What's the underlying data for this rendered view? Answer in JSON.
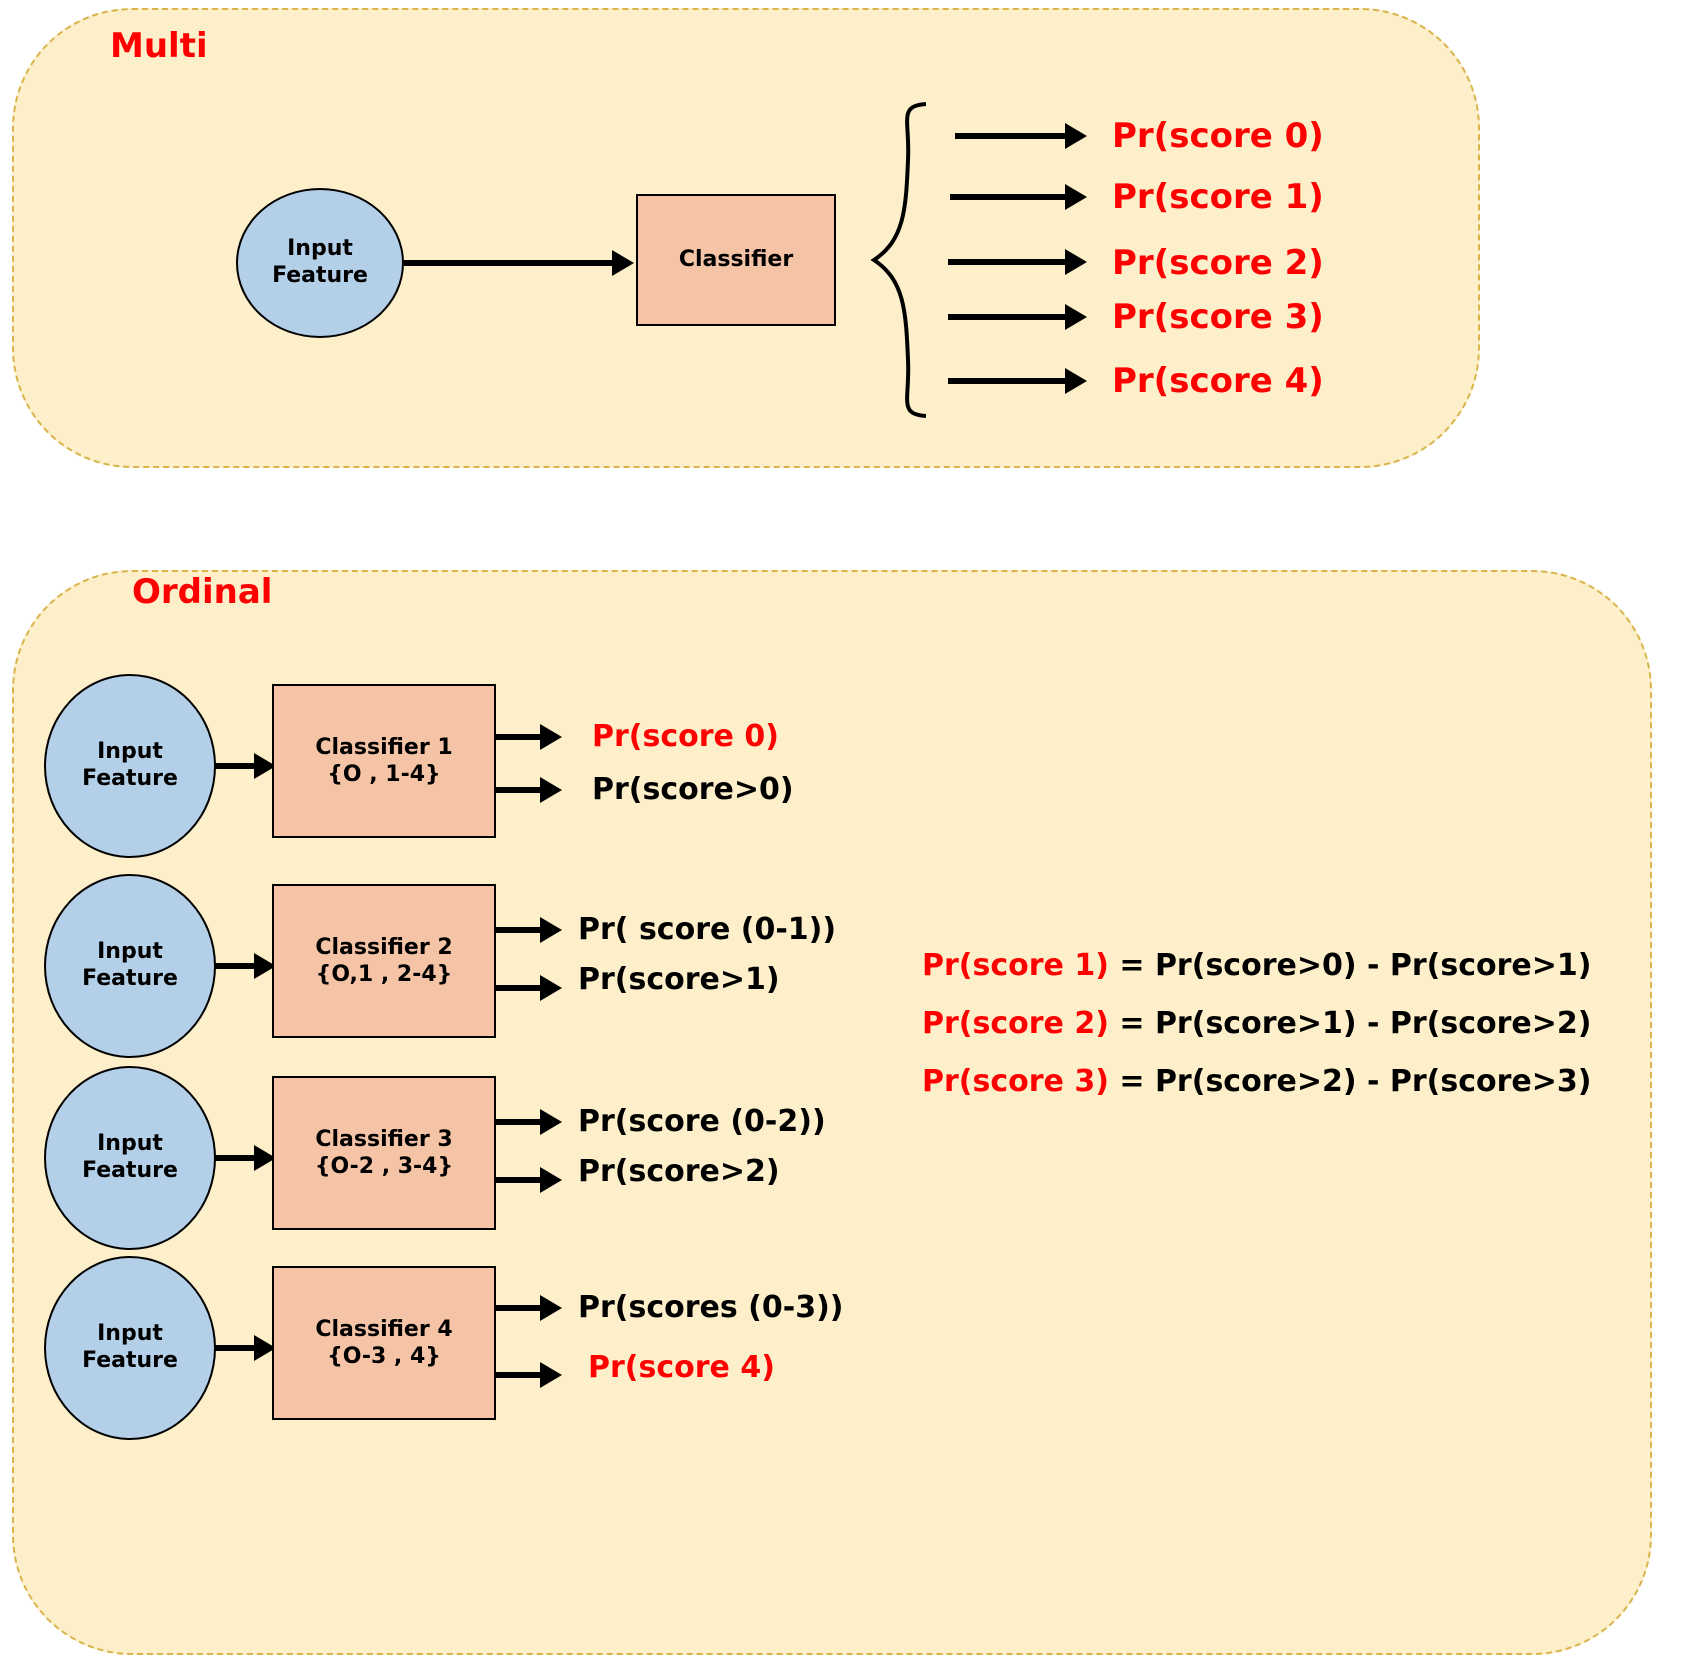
{
  "figure": {
    "accent_red": "#ff0000",
    "panel_fill": "#fdefc9",
    "panel_border": "#d9b44a",
    "ellipse_fill": "#b4cfe8",
    "box_fill": "#f5c4a6"
  },
  "multi": {
    "title": "Multi",
    "input": {
      "line1": "Input",
      "line2": "Feature"
    },
    "classifier": {
      "label": "Classifier"
    },
    "outputs": [
      "Pr(score 0)",
      "Pr(score 1)",
      "Pr(score 2)",
      "Pr(score 3)",
      "Pr(score 4)"
    ]
  },
  "ordinal": {
    "title": "Ordinal",
    "rows": [
      {
        "input": {
          "line1": "Input",
          "line2": "Feature"
        },
        "classifier": {
          "line1": "Classifier 1",
          "line2": "{O , 1-4}"
        },
        "output_top": {
          "text": "Pr(score 0)",
          "color": "red"
        },
        "output_bottom": {
          "text": "Pr(score>0)",
          "color": "black"
        }
      },
      {
        "input": {
          "line1": "Input",
          "line2": "Feature"
        },
        "classifier": {
          "line1": "Classifier 2",
          "line2": "{O,1 , 2-4}"
        },
        "output_top": {
          "text": "Pr( score (0-1))",
          "color": "black"
        },
        "output_bottom": {
          "text": "Pr(score>1)",
          "color": "black"
        }
      },
      {
        "input": {
          "line1": "Input",
          "line2": "Feature"
        },
        "classifier": {
          "line1": "Classifier 3",
          "line2": "{O-2 , 3-4}"
        },
        "output_top": {
          "text": "Pr(score (0-2))",
          "color": "black"
        },
        "output_bottom": {
          "text": "Pr(score>2)",
          "color": "black"
        }
      },
      {
        "input": {
          "line1": "Input",
          "line2": "Feature"
        },
        "classifier": {
          "line1": "Classifier 4",
          "line2": "{O-3 , 4}"
        },
        "output_top": {
          "text": "Pr(scores (0-3))",
          "color": "black"
        },
        "output_bottom": {
          "text": "Pr(score 4)",
          "color": "red"
        }
      }
    ],
    "equations": [
      {
        "lhs": "Pr(score 1)",
        "rhs": " = Pr(score>0) - Pr(score>1)"
      },
      {
        "lhs": "Pr(score 2)",
        "rhs": " = Pr(score>1) - Pr(score>2)"
      },
      {
        "lhs": "Pr(score 3)",
        "rhs": " = Pr(score>2) - Pr(score>3)"
      }
    ]
  }
}
